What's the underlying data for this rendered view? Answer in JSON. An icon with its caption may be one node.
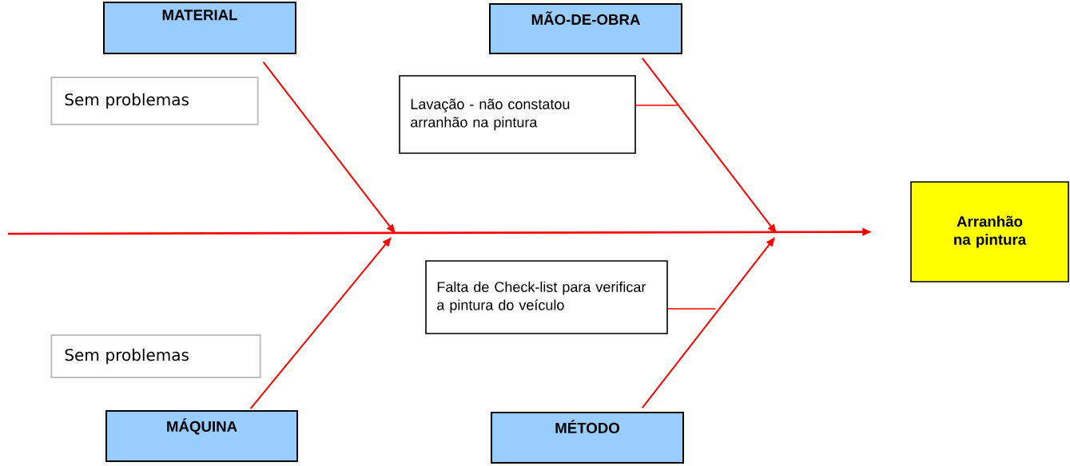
{
  "diagram": {
    "nodes": [
      {
        "text": [
          "MATERIAL"
        ]
      },
      {
        "text": [
          "MÃO-DE-OBRA"
        ]
      },
      {
        "text": [
          "Sem problemas"
        ]
      },
      {
        "text": [
          "Lavação - não constatou arranhão na pintura"
        ]
      },
      {
        "text": [
          "Arranhão na pintura"
        ]
      },
      {
        "text": [
          "Falta de Check-list para verificar a pintura do veículo"
        ]
      },
      {
        "text": [
          "Sem problemas"
        ]
      },
      {
        "text": [
          "MÁQUINA"
        ]
      },
      {
        "text": [
          "MÉTODO"
        ]
      }
    ],
    "edges": [
      {
        "from": null,
        "to": 4,
        "arrow": "to"
      },
      {
        "from": 0,
        "to": null,
        "arrow": "to"
      },
      {
        "from": 1,
        "to": null,
        "arrow": "to"
      },
      {
        "from": 7,
        "to": null,
        "arrow": "to"
      },
      {
        "from": 8,
        "to": null,
        "arrow": "to"
      },
      {
        "from": 3,
        "to": null,
        "arrow": "none"
      },
      {
        "from": 5,
        "to": null,
        "arrow": "none"
      }
    ]
  }
}
